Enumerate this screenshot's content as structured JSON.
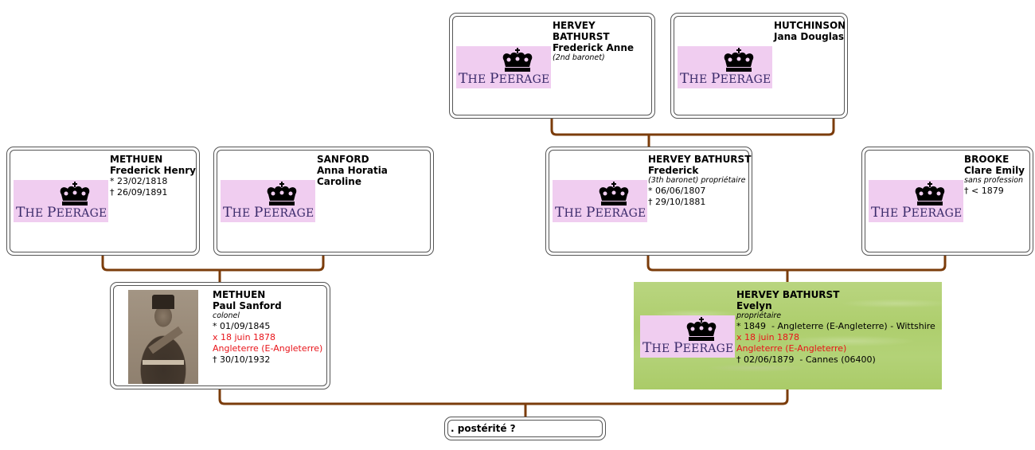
{
  "peerage_logo_text": "The Peerage",
  "persons": {
    "frederick_anne": {
      "surname": "HERVEY BATHURST",
      "given": "Frederick Anne",
      "occupation": "(2nd baronet)",
      "image": "the-peerage-logo"
    },
    "jana": {
      "surname": "HUTCHINSON",
      "given": "Jana Douglas",
      "image": "the-peerage-logo"
    },
    "frederick_henry": {
      "surname": "METHUEN",
      "given": "Frederick Henry",
      "birth": "* 23/02/1818",
      "death": "† 26/09/1891",
      "image": "the-peerage-logo"
    },
    "anna": {
      "surname": "SANFORD",
      "given": "Anna Horatia Caroline",
      "image": "the-peerage-logo"
    },
    "frederick": {
      "surname": "HERVEY BATHURST",
      "given": "Frederick",
      "occupation": "(3th baronet) propriétaire",
      "birth": "* 06/06/1807",
      "death": "† 29/10/1881",
      "image": "the-peerage-logo"
    },
    "clare": {
      "surname": "BROOKE",
      "given": "Clare Emily",
      "occupation": "sans profession",
      "death": "† < 1879",
      "image": "the-peerage-logo"
    },
    "paul": {
      "surname": "METHUEN",
      "given": "Paul Sanford",
      "occupation": "colonel",
      "birth": "* 01/09/1845",
      "marriage": "x 18 juin 1878",
      "marriage_place": "Angleterre (E-Angleterre)",
      "death": "† 30/10/1932",
      "image": "portrait-photo"
    },
    "evelyn": {
      "surname": "HERVEY BATHURST",
      "given": "Evelyn",
      "occupation": "propriétaire",
      "birth": "* 1849  - Angleterre (E-Angleterre) - Wittshire",
      "marriage": "x 18 juin 1878",
      "marriage_place": "Angleterre (E-Angleterre)",
      "death": "† 02/06/1879  - Cannes (06400)",
      "image": "the-peerage-logo"
    }
  },
  "posterity": {
    "label": ". postérité ?"
  },
  "colors": {
    "connector": "#7b3c0b",
    "marriage_text": "#e8141a",
    "logo_bg": "#f0cdf0",
    "logo_text": "#3a2a6a",
    "highlight_bg": "#b3d277"
  }
}
